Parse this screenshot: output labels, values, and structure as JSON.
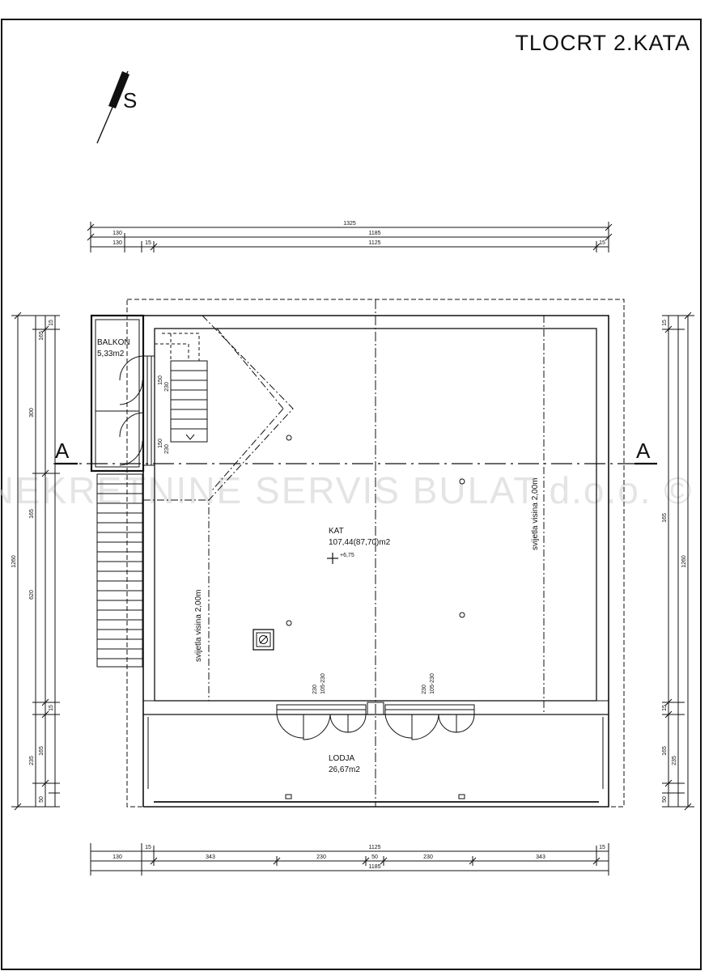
{
  "title": "TLOCRT 2.KATA",
  "north_label": "S",
  "section_label": "A",
  "watermark": "NEKRETNINE SERVIS BULAT d.o.o. ©",
  "rooms": {
    "balkon": {
      "name": "BALKON",
      "area": "5,33m2"
    },
    "kat": {
      "name": "KAT",
      "area": "107,44(87,70)m2",
      "level": "+6,75"
    },
    "lodja": {
      "name": "LODJA",
      "area": "26,67m2"
    }
  },
  "clear_height": "svijetla visina 2,00m",
  "dimensions": {
    "top": {
      "overall": "1325",
      "inner": "1185",
      "clear": "1125",
      "side_a": "130",
      "side_b": "130",
      "offset_l": "15",
      "offset_r": "15"
    },
    "bottom": {
      "overall": "1185",
      "clear": "1125",
      "seg_343a": "343",
      "seg_230a": "230",
      "seg_50": "50",
      "seg_230b": "230",
      "seg_343b": "343",
      "side": "130",
      "offset_l": "15",
      "offset_r": "15"
    },
    "left": {
      "overall": "1260",
      "a": "15",
      "b": "165",
      "c": "300",
      "d": "165",
      "e": "620",
      "f": "15",
      "g": "165",
      "h": "235",
      "i": "50"
    },
    "right": {
      "overall": "1260",
      "a": "15",
      "b": "165",
      "c": "15",
      "d": "165",
      "e": "235",
      "f": "50"
    },
    "doors": {
      "d1": "230",
      "d1b": "105-230",
      "d2": "230",
      "d2b": "105-230",
      "w1": "150",
      "w1b": "230",
      "w2": "150",
      "w2b": "230"
    }
  }
}
